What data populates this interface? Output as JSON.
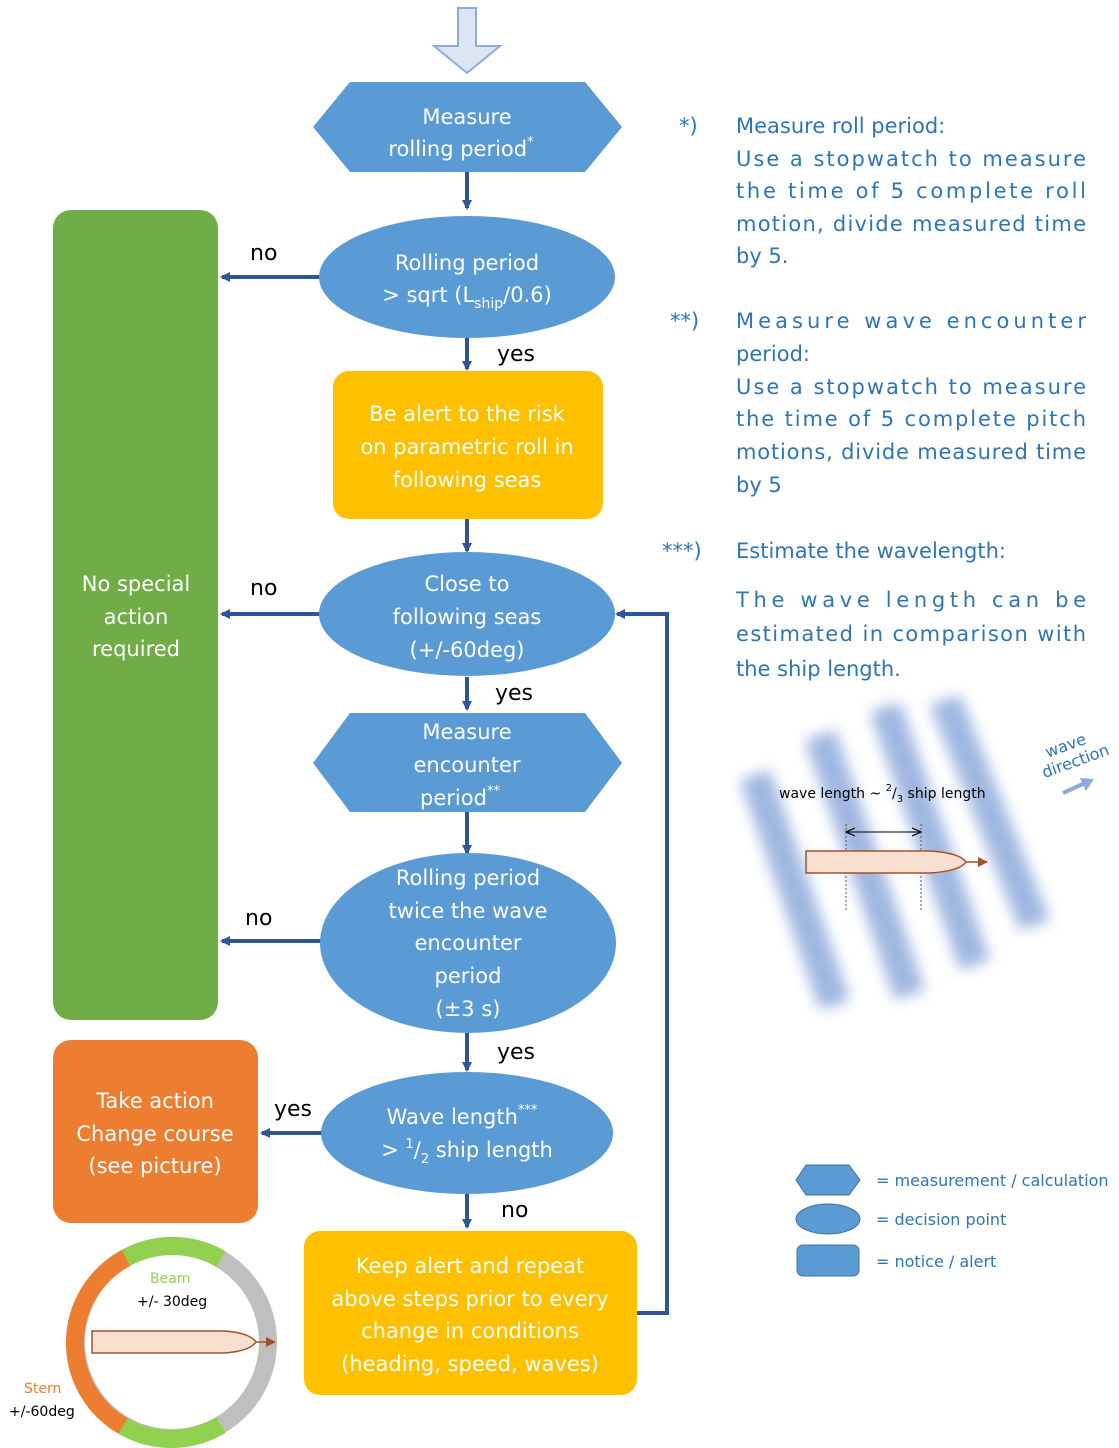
{
  "colors": {
    "blue": "#5b9bd5",
    "dark_blue": "#2f5597",
    "green": "#70ad47",
    "amber": "#ffc000",
    "orange": "#ed7d31",
    "note_blue": "#2e75b6",
    "grey": "#c0c0c0",
    "hull": "#f8dfd0",
    "hull_edge": "#a0522d",
    "light_green": "#92d050"
  },
  "nodes": {
    "measure_rolling": {
      "line1": "Measure",
      "line2": "rolling period",
      "sup": "*"
    },
    "rolling_check": {
      "line1": "Rolling period",
      "line2_pre": "> sqrt (L",
      "line2_sub": "ship",
      "line2_post": "/0.6)"
    },
    "alert_box": {
      "line1": "Be alert to the risk",
      "line2": "on parametric roll in",
      "line3": "following seas"
    },
    "following_seas": {
      "line1": "Close to",
      "line2": "following seas",
      "line3": "(+/-60deg)"
    },
    "measure_encounter": {
      "line1": "Measure",
      "line2": "encounter",
      "line3": "period",
      "sup": "**"
    },
    "twice_check": {
      "line1": "Rolling period",
      "line2": "twice the wave",
      "line3": "encounter",
      "line4": "period",
      "line5": "(±3 s)"
    },
    "wave_length_check": {
      "line1": "Wave length",
      "sup": "***",
      "line2_pre": "> ",
      "line2_sup": "1",
      "line2_slash": "/",
      "line2_sub": "2",
      "line2_post": " ship length"
    },
    "keep_alert": {
      "line1": "Keep alert and repeat",
      "line2": "above steps prior to every",
      "line3": "change in conditions",
      "line4": "(heading, speed, waves)"
    },
    "no_action": {
      "line1": "No special",
      "line2": "action",
      "line3": "required"
    },
    "take_action": {
      "line1": "Take action",
      "line2": "Change course",
      "line3": "(see picture)"
    }
  },
  "edge_labels": {
    "no1": "no",
    "yes1": "yes",
    "no2": "no",
    "yes2": "yes",
    "no3": "no",
    "yes3": "yes",
    "yes4": "yes",
    "no4": "no"
  },
  "notes": {
    "n1_marker": "*)",
    "n1_l1": "Measure roll period:",
    "n1_l2": "Use a stopwatch to measure",
    "n1_l3": "the time of 5 complete roll",
    "n1_l4": "motion, divide measured time",
    "n1_l5": "by 5.",
    "n2_marker": "**)",
    "n2_l1": "Measure wave encounter",
    "n2_l2": "period:",
    "n2_l3": "Use a stopwatch to measure",
    "n2_l4": "the time of 5 complete pitch",
    "n2_l5": "motions, divide measured time",
    "n2_l6": "by 5",
    "n3_marker": "***)",
    "n3_l1": "Estimate the wavelength:",
    "n3_l2": "The wave length can be",
    "n3_l3": "estimated in comparison with",
    "n3_l4": "the ship length."
  },
  "wave_picture": {
    "label_pre": "wave length ~ ",
    "label_sup": "2",
    "label_slash": "/",
    "label_sub": "3",
    "label_post": " ship length",
    "direction_l1": "wave",
    "direction_l2": "direction"
  },
  "legend": {
    "measurement": "= measurement / calculation",
    "decision": "= decision point",
    "notice": "= notice / alert"
  },
  "course_picture": {
    "beam": "Beam",
    "beam_range": "+/- 30deg",
    "stern": "Stern",
    "stern_range": "+/-60deg"
  }
}
